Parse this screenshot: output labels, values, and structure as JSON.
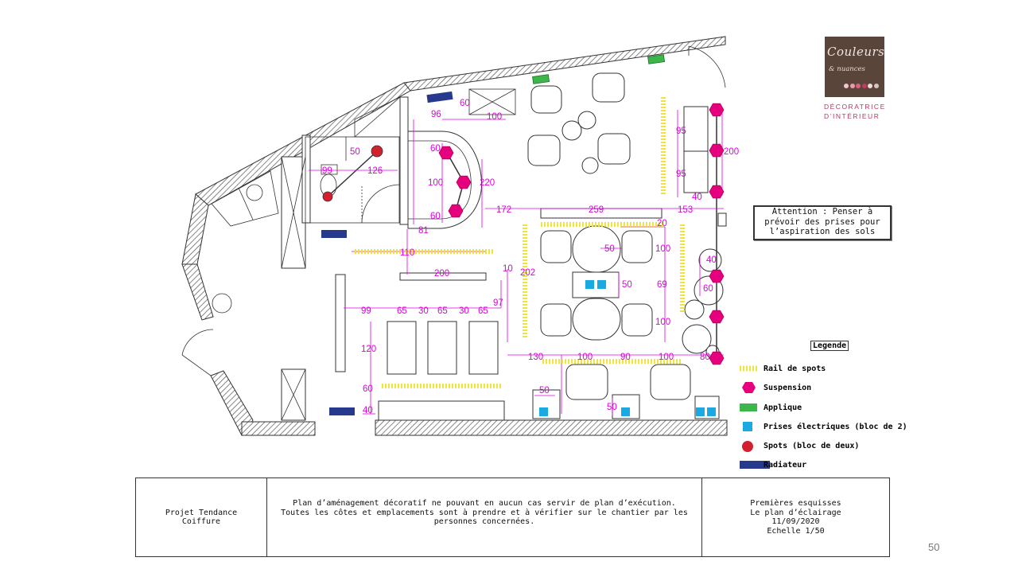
{
  "attention_note": [
    "Attention : Penser à",
    "prévoir des prises pour",
    "l’aspiration des sols"
  ],
  "legend": {
    "title": "Legende",
    "items": [
      {
        "label": "Rail de spots",
        "icon": "spot-rail-icon",
        "color": "#f0e43c"
      },
      {
        "label": "Suspension",
        "icon": "suspension-hexagon-icon",
        "color": "#e6007e"
      },
      {
        "label": "Applique",
        "icon": "wall-light-icon",
        "color": "#3cb54a"
      },
      {
        "label": "Prises électriques (bloc de 2)",
        "icon": "outlet-icon",
        "color": "#1ba9e1"
      },
      {
        "label": "Spots (bloc de deux)",
        "icon": "spot-icon",
        "color": "#d3202f"
      },
      {
        "label": "Radiateur",
        "icon": "radiator-icon",
        "color": "#26398c"
      }
    ]
  },
  "title_block": {
    "project": [
      "Projet Tendance",
      "Coiffure"
    ],
    "disclaimer": [
      "Plan d’aménagement décoratif ne pouvant en aucun cas servir de plan d’exécution.",
      "Toutes les côtes et emplacements sont à prendre et à vérifier sur le chantier par les",
      "personnes concernées."
    ],
    "stage": [
      "Premières esquisses",
      "Le plan d’éclairage",
      "11/09/2020",
      "Echelle 1/50"
    ]
  },
  "page_number": "50",
  "logo": {
    "script": "Couleurs",
    "sub": "& nuances",
    "tagline": [
      "DÉCORATRICE",
      "D’INTÉRIEUR"
    ],
    "dot_colors": [
      "#f2c6cf",
      "#e99aab",
      "#d9627e",
      "#c23a5d",
      "#f5d9dd",
      "#d9c2c0"
    ]
  },
  "dimensions": {
    "d96": "96",
    "d60a": "60",
    "d100a": "100",
    "d60b": "60",
    "d100b": "100",
    "d220": "220",
    "d60c": "60",
    "d50a": "50",
    "d126": "126",
    "d99a": "99",
    "d81": "81",
    "d172": "172",
    "d259": "259",
    "d20": "20",
    "d153": "153",
    "d95a": "95",
    "d95b": "95",
    "d40a": "40",
    "d200a": "200",
    "d110": "110",
    "d200b": "200",
    "d10": "10",
    "d202": "202",
    "d50b": "50",
    "d100c": "100",
    "d50c": "50",
    "d69": "69",
    "d100d": "100",
    "d97": "97",
    "d99b": "99",
    "d65a": "65",
    "d30a": "30",
    "d65b": "65",
    "d30b": "30",
    "d65c": "65",
    "d120": "120",
    "d60d": "60",
    "d40b": "40",
    "d130": "130",
    "d100e": "100",
    "d90": "90",
    "d100f": "100",
    "d80": "80",
    "d40c": "40",
    "d60e": "60",
    "d50d": "50",
    "d50e": "50"
  },
  "colors": {
    "wall": "#444444",
    "dimension": "#e000e0",
    "rail": "#f0e43c",
    "suspension": "#e6007e",
    "applique": "#3cb54a",
    "outlet": "#1ba9e1",
    "spot": "#d3202f",
    "radiator": "#26398c"
  }
}
